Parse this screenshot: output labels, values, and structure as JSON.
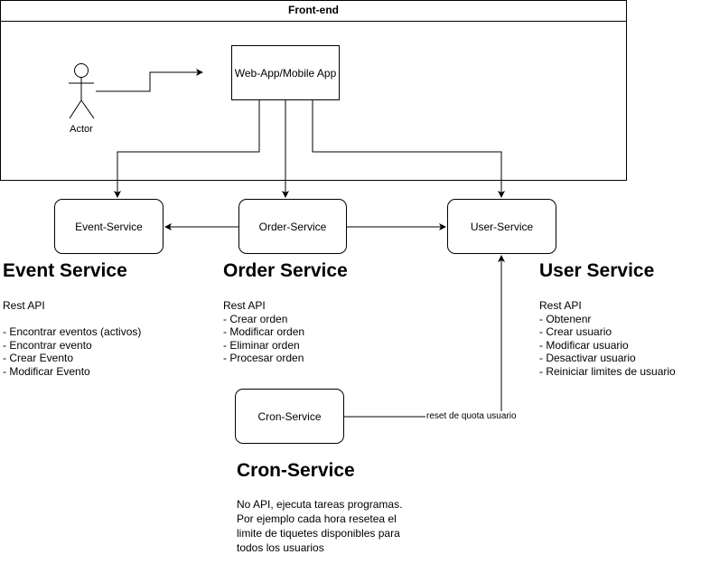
{
  "frontend": {
    "title": "Front-end",
    "actor_label": "Actor",
    "app_label": "Web-App/Mobile App"
  },
  "services": {
    "event": {
      "box_label": "Event-Service",
      "heading": "Event Service",
      "lines": [
        "Rest API",
        "",
        "- Encontrar eventos (activos)",
        "- Encontrar evento",
        "- Crear Evento",
        "- Modificar Evento"
      ]
    },
    "order": {
      "box_label": "Order-Service",
      "heading": "Order Service",
      "lines": [
        "Rest API",
        "- Crear orden",
        "- Modificar orden",
        "- Eliminar orden",
        "- Procesar orden"
      ]
    },
    "user": {
      "box_label": "User-Service",
      "heading": "User Service",
      "lines": [
        "Rest API",
        "- Obtenenr",
        "- Crear usuario",
        "- Modificar usuario",
        "- Desactivar usuario",
        "- Reiniciar limites de usuario"
      ]
    },
    "cron": {
      "box_label": "Cron-Service",
      "heading": "Cron-Service",
      "description": "No API, ejecuta tareas programas. Por ejemplo cada hora resetea el limite de tiquetes disponibles para todos los usuarios"
    }
  },
  "edges": {
    "cron_to_user_label": "reset de quota usuario"
  }
}
